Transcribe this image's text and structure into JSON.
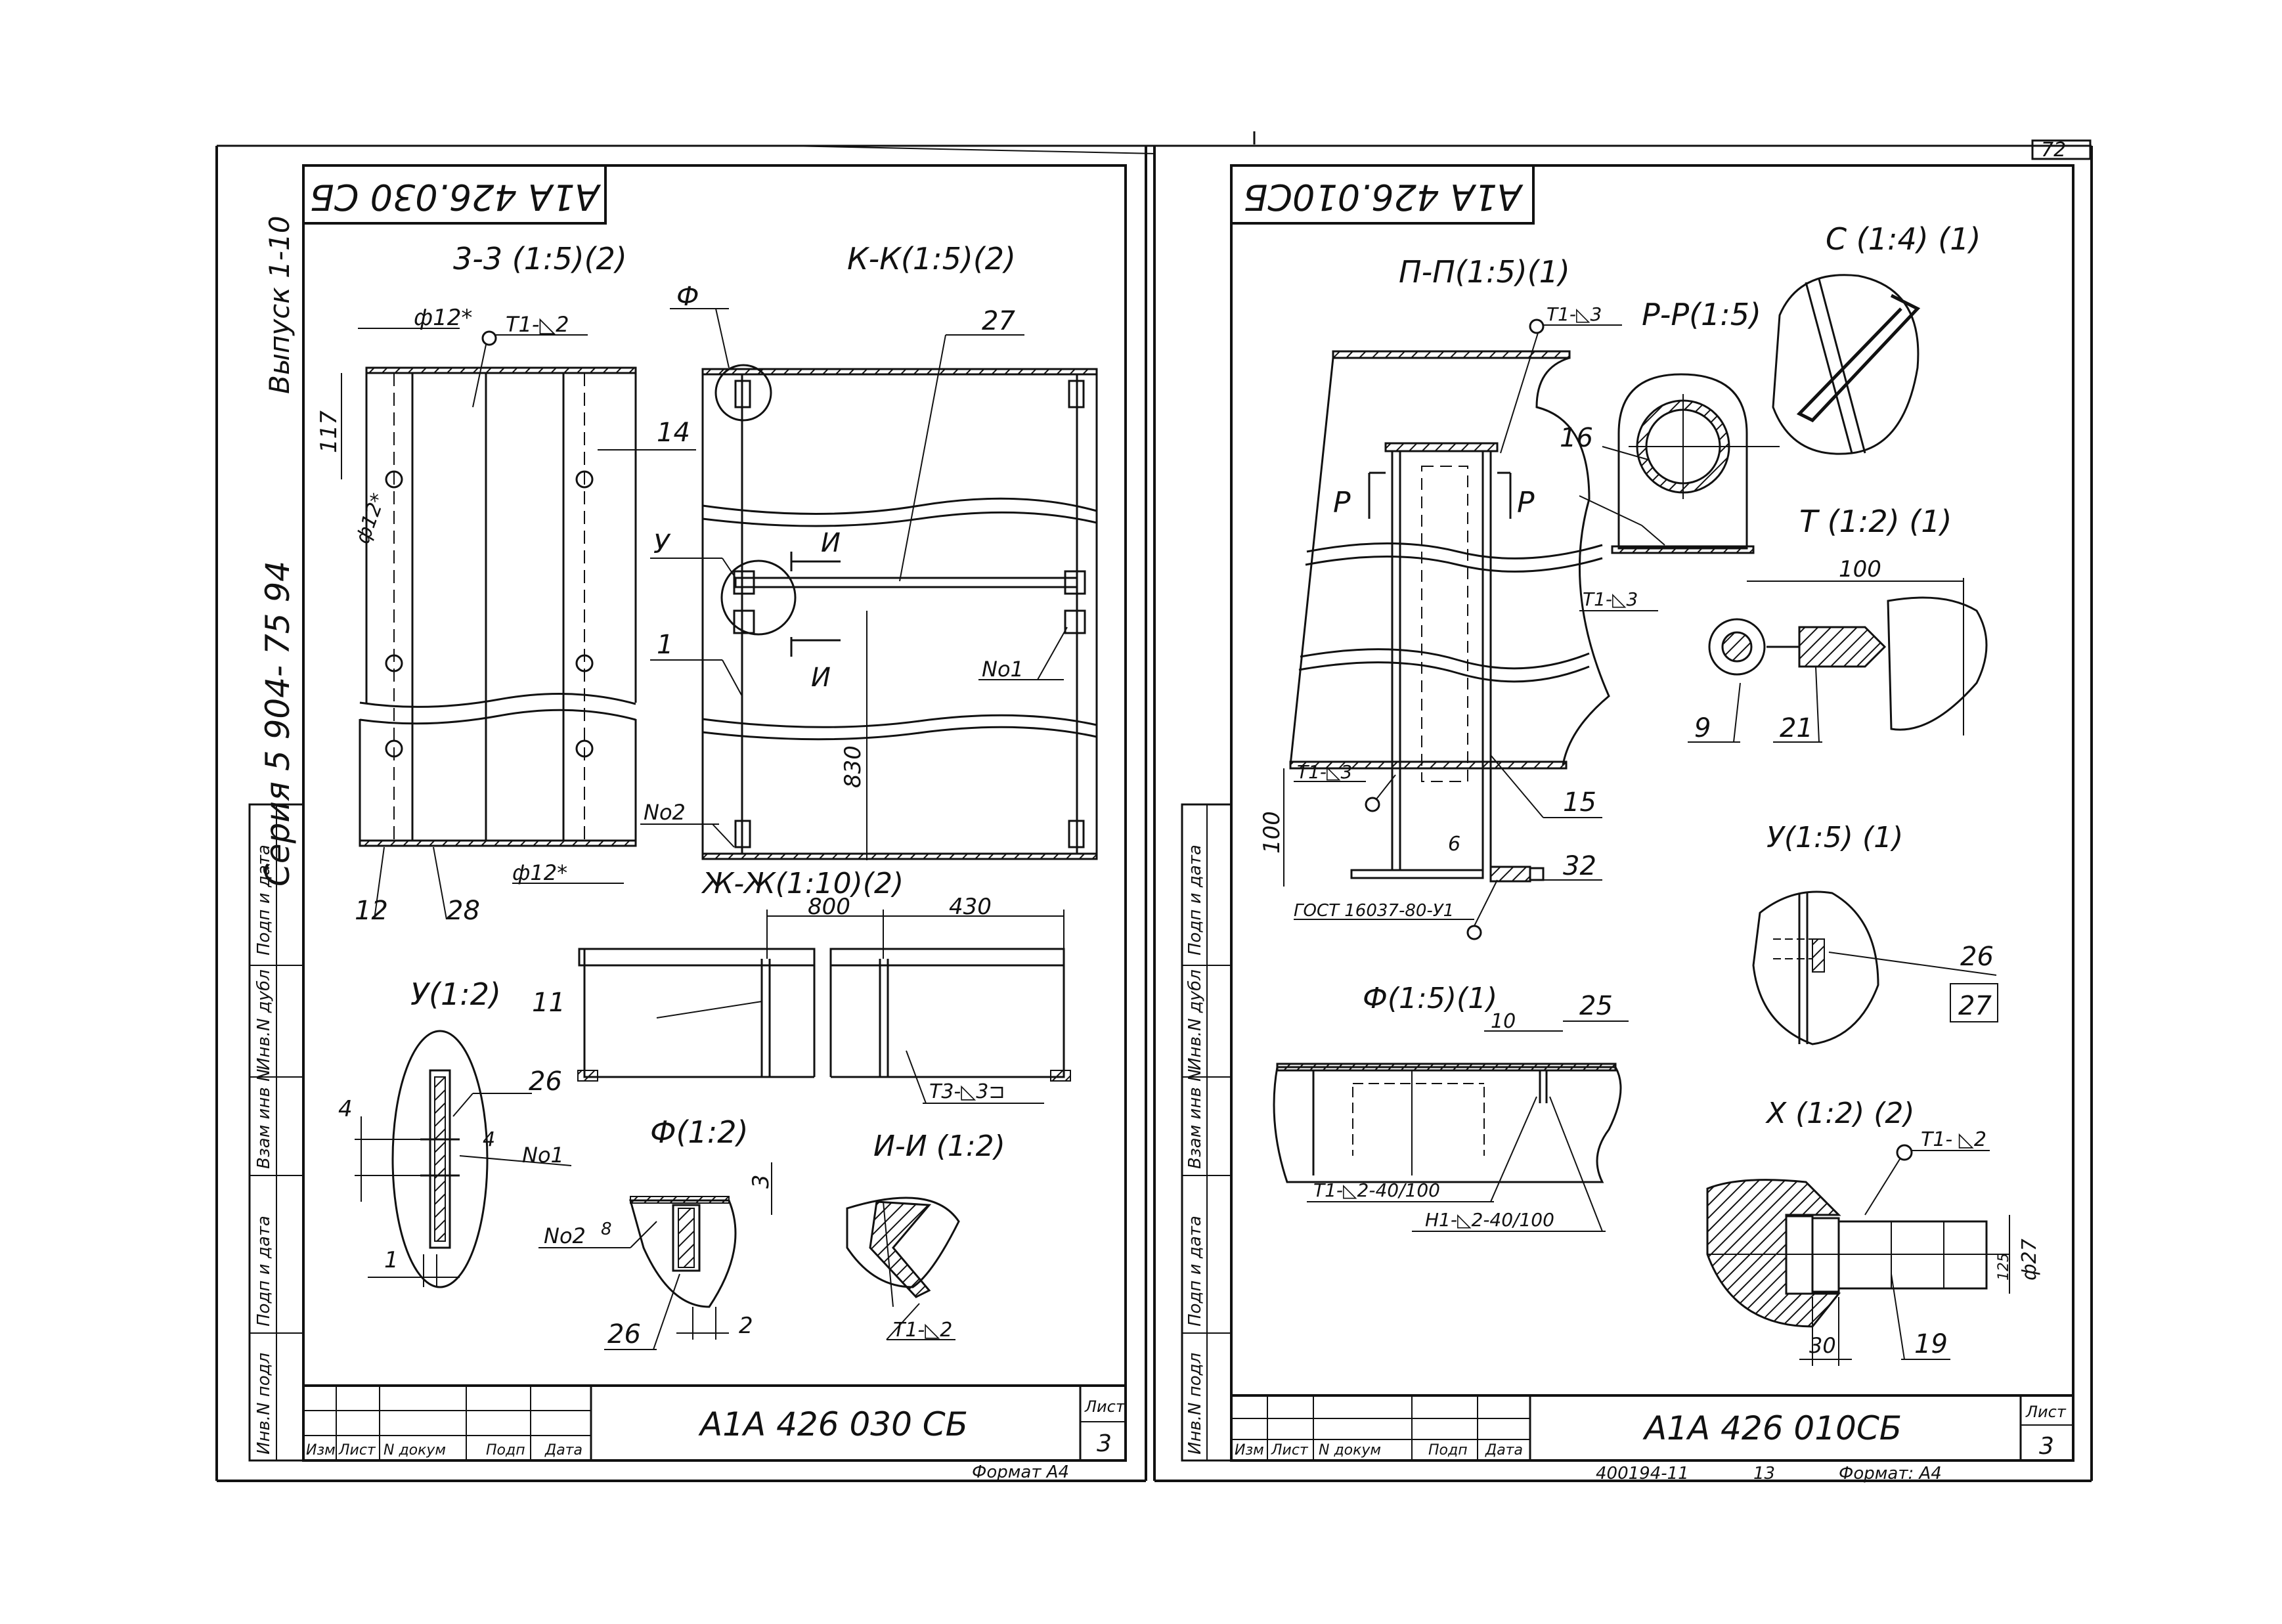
{
  "page_number": "72",
  "left_sheet": {
    "stamp_rotated": "А1А 426.030 СБ",
    "series_vertical": "Серия  5 904- 75 94",
    "issue_vertical": "Выпуск  1-10",
    "title_block": {
      "designation": "А1А 426  030 СБ",
      "sheet_label": "Лист",
      "sheet_number": "3",
      "format": "Формат А4",
      "columns": [
        "Изм",
        "Лист",
        "N докум",
        "Подп",
        "Дата"
      ]
    },
    "side_stamp_cells": [
      "Подп и дата",
      "Инв.N дубл",
      "Взам инв N",
      "Подп и дата",
      "Инв.N подл"
    ],
    "views": {
      "section_3_3": {
        "title": "3-3 (1:5)(2)",
        "dims": [
          "ф12*",
          "117",
          "ф12*",
          "ф12*"
        ],
        "weld": "Т1-◺2",
        "parts": [
          "14",
          "12",
          "28"
        ]
      },
      "section_K_K": {
        "title": "К-К(1:5)(2)",
        "labels": [
          "Ф",
          "27",
          "У",
          "1",
          "И",
          "И",
          "No1",
          "No2"
        ],
        "dim": "830"
      },
      "section_Zh_Zh": {
        "title": "Ж-Ж(1:10)(2)",
        "dims": [
          "800",
          "430"
        ],
        "parts": [
          "11"
        ],
        "weld": "Т3-◺3⊐"
      },
      "detail_U": {
        "title": "У(1:2)",
        "labels": [
          "26",
          "4",
          "4",
          "No1",
          "1"
        ]
      },
      "detail_F": {
        "title": "Ф(1:2)",
        "labels": [
          "3",
          "No2",
          "8",
          "26",
          "2"
        ]
      },
      "section_I_I": {
        "title": "И-И (1:2)",
        "weld": "Т1-◺2"
      }
    }
  },
  "right_sheet": {
    "stamp_rotated": "А1А 426.010СБ",
    "title_block": {
      "designation": "А1А 426  010СБ",
      "sheet_label": "Лист",
      "sheet_number": "3",
      "format": "Формат: А4",
      "archive_number": "400194-11",
      "archive_suffix": "13",
      "columns": [
        "Изм",
        "Лист",
        "N докум",
        "Подп",
        "Дата"
      ]
    },
    "side_stamp_cells": [
      "Подп и дата",
      "Инв.N дубл",
      "Взам инв N",
      "Подп и дата",
      "Инв.N подл"
    ],
    "views": {
      "section_P_P": {
        "title": "П-П(1:5)(1)",
        "weld_top": "Т1-◺3",
        "labels": [
          "Р",
          "Р",
          "15",
          "32"
        ],
        "dims": [
          "100",
          "6"
        ],
        "weld_side": "Т1-◺3",
        "standard": "ГОСТ 16037-80-У1"
      },
      "section_R_R": {
        "title": "Р-Р(1:5)",
        "parts": [
          "16"
        ],
        "weld": "Т1-◺3"
      },
      "detail_C": {
        "title": "С (1:4) (1)"
      },
      "detail_T": {
        "title": "Т (1:2) (1)",
        "dim": "100",
        "parts": [
          "9",
          "21"
        ]
      },
      "detail_U": {
        "title": "У(1:5) (1)",
        "parts": [
          "26",
          "27"
        ]
      },
      "detail_F": {
        "title": "Ф(1:5)(1)",
        "dim": "10",
        "parts": [
          "25"
        ],
        "welds": [
          "Т1-◺2-40/100",
          "Н1-◺2-40/100"
        ]
      },
      "detail_X": {
        "title": "Х (1:2) (2)",
        "weld": "Т1- ◺2",
        "dims": [
          "ф27",
          "125",
          "30"
        ],
        "parts": [
          "19"
        ]
      }
    }
  }
}
